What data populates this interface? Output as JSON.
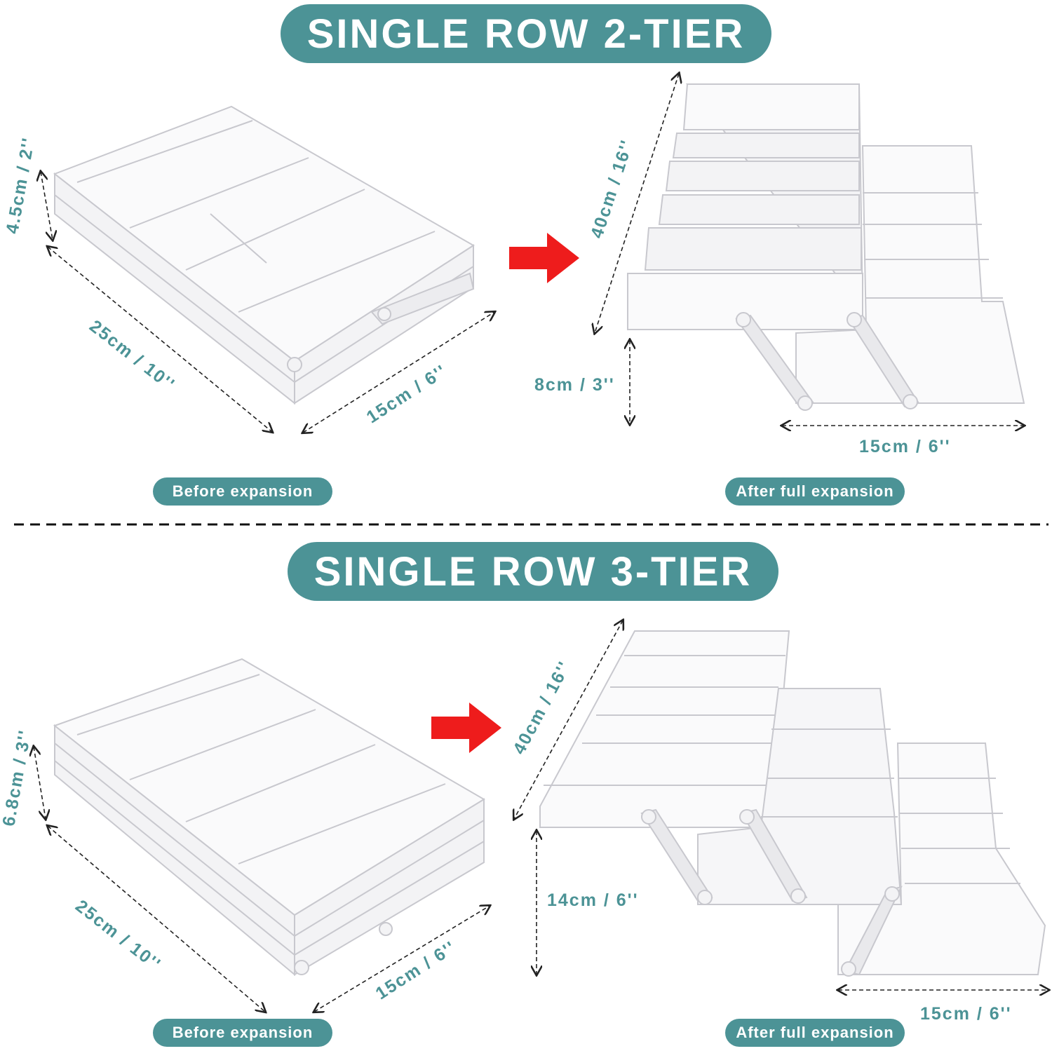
{
  "sections": [
    {
      "title": "SINGLE ROW 2-TIER",
      "before": {
        "label": "Before expansion",
        "height_dim": "4.5cm / 2''",
        "length_dim": "25cm / 10''",
        "width_dim": "15cm / 6''"
      },
      "after": {
        "label": "After full expansion",
        "length_dim": "40cm / 16''",
        "height_dim": "8cm / 3''",
        "width_dim": "15cm / 6''"
      }
    },
    {
      "title": "SINGLE ROW 3-TIER",
      "before": {
        "label": "Before expansion",
        "height_dim": "6.8cm / 3''",
        "length_dim": "25cm / 10''",
        "width_dim": "15cm / 6''"
      },
      "after": {
        "label": "After full expansion",
        "length_dim": "40cm / 16''",
        "height_dim": "14cm / 6''",
        "width_dim": "15cm / 6''"
      }
    }
  ],
  "colors": {
    "accent": "#4c9396",
    "arrow": "#ee1c1c",
    "tray": "#f2f2f4",
    "tray_edge": "#c9c9cf"
  }
}
